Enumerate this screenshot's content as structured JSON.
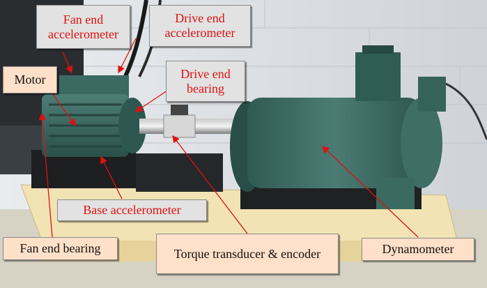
{
  "image": {
    "description_icon": "test-rig-photo",
    "colors": {
      "label_red_text": "#e01010",
      "label_gray_fill": "#e2e2e2",
      "label_peach_fill": "#ffe0c8",
      "arrow": "#e01010",
      "machine_green": "#3d6e66"
    }
  },
  "labels": {
    "fan_end_accelerometer": "Fan end\naccelerometer",
    "drive_end_accelerometer": "Drive end\naccelerometer",
    "motor": "Motor",
    "drive_end_bearing": "Drive end\nbearing",
    "base_accelerometer": "Base accelerometer",
    "fan_end_bearing": "Fan end bearing",
    "torque_transducer_encoder": "Torque transducer & encoder",
    "dynamometer": "Dynamometer"
  }
}
